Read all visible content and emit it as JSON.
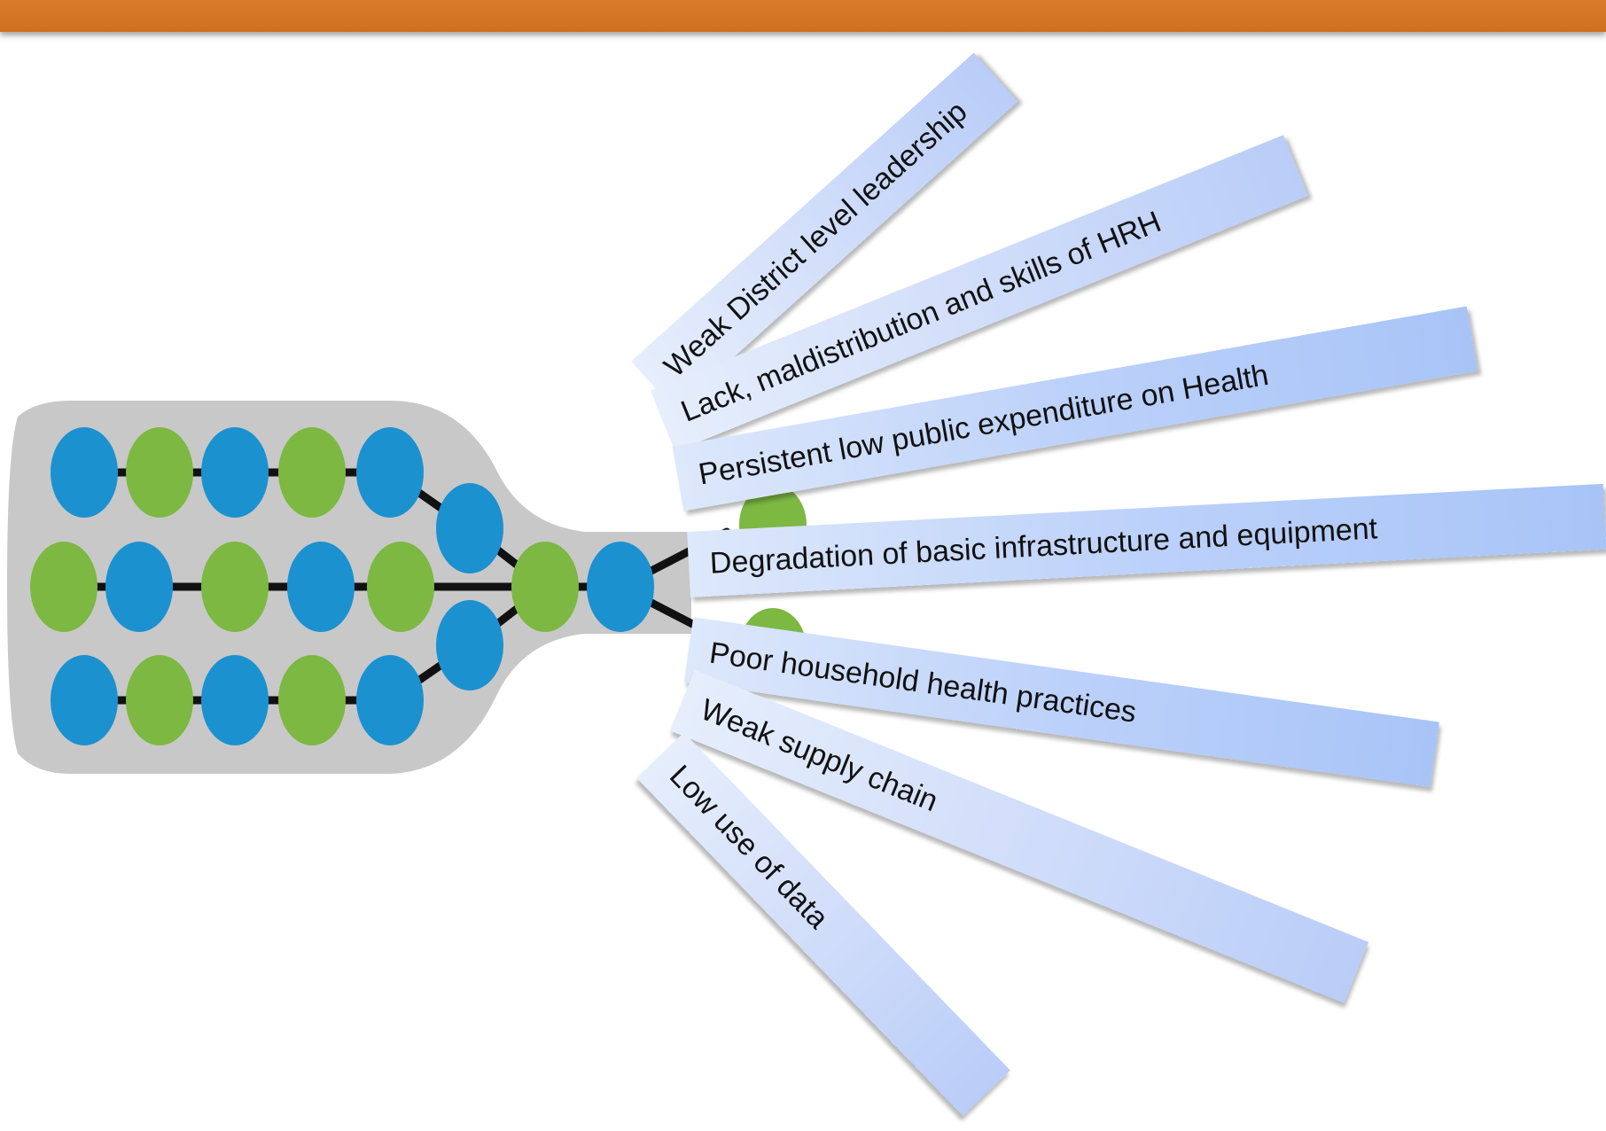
{
  "bars": [
    {
      "label": "Weak District level leadership"
    },
    {
      "label": "Lack, maldistribution and skills of HRH"
    },
    {
      "label": "Persistent low public expenditure on Health"
    },
    {
      "label": "Degradation of basic infrastructure and equipment"
    },
    {
      "label": "Poor household health practices"
    },
    {
      "label": "Weak supply chain"
    },
    {
      "label": "Low use of data"
    }
  ],
  "colors": {
    "header": "#d4731f",
    "bottle": "#c7c7c7",
    "node_blue": "#1b91d0",
    "node_green": "#7cb842",
    "connector": "#111111",
    "bar_start": "#dde8fb",
    "bar_end": "#a8c4f7"
  }
}
